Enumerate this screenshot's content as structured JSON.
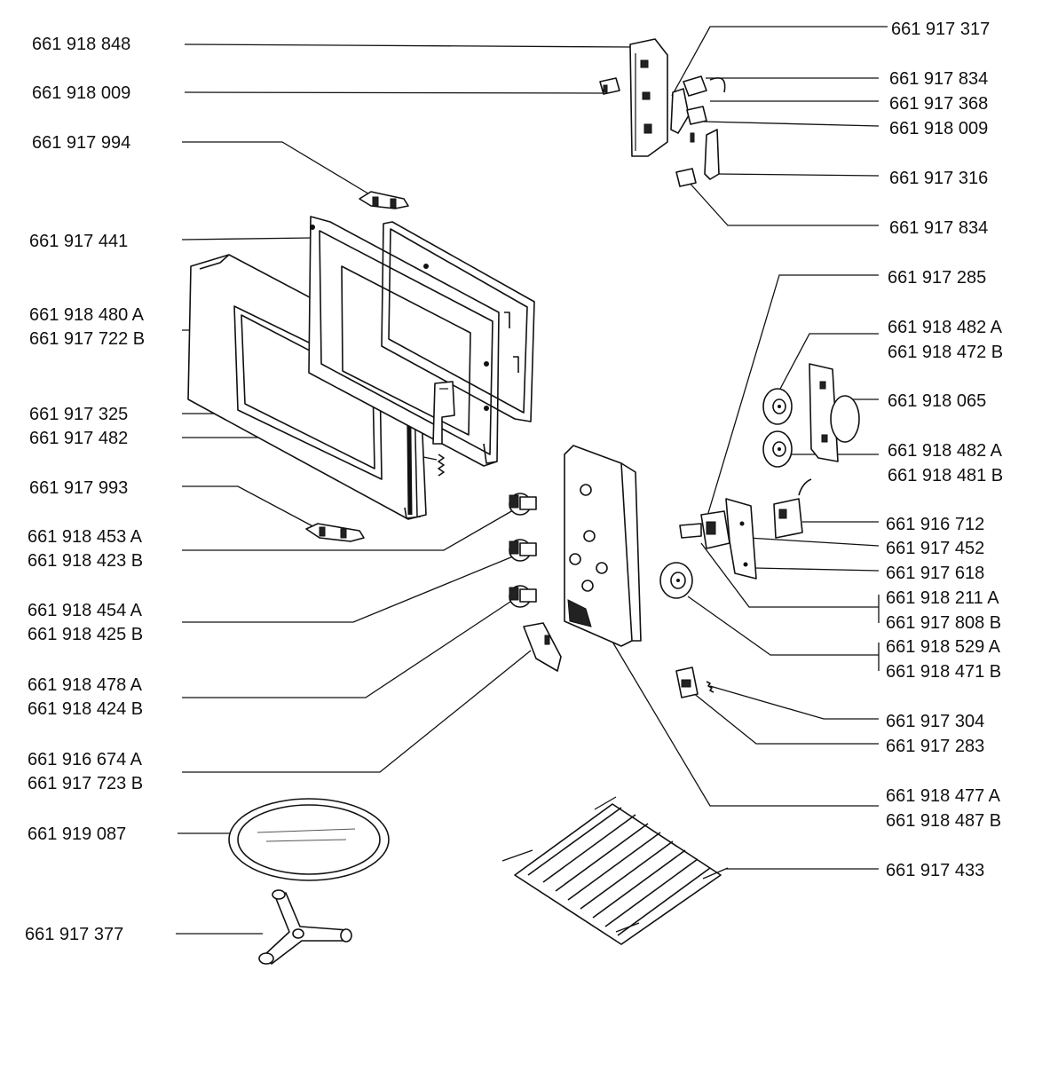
{
  "labels_left": [
    {
      "id": "l1",
      "lines": [
        "661 918 848"
      ]
    },
    {
      "id": "l2",
      "lines": [
        "661 918 009"
      ]
    },
    {
      "id": "l3",
      "lines": [
        "661 917 994"
      ]
    },
    {
      "id": "l4",
      "lines": [
        "661 917 441"
      ]
    },
    {
      "id": "l5",
      "lines": [
        "661 918 480 A",
        "661 917 722 B"
      ]
    },
    {
      "id": "l6",
      "lines": [
        "661 917 325"
      ]
    },
    {
      "id": "l7",
      "lines": [
        "661 917 482"
      ]
    },
    {
      "id": "l8",
      "lines": [
        "661 917 993"
      ]
    },
    {
      "id": "l9",
      "lines": [
        "661 918 453 A",
        "661 918 423 B"
      ]
    },
    {
      "id": "l10",
      "lines": [
        "661 918 454 A",
        "661 918 425 B"
      ]
    },
    {
      "id": "l11",
      "lines": [
        "661 918 478 A",
        "661 918 424 B"
      ]
    },
    {
      "id": "l12",
      "lines": [
        "661 916 674 A",
        "661 917 723 B"
      ]
    },
    {
      "id": "l13",
      "lines": [
        "661 919 087"
      ]
    },
    {
      "id": "l14",
      "lines": [
        "661 917 377"
      ]
    }
  ],
  "labels_right": [
    {
      "id": "r1",
      "lines": [
        "661 917 317"
      ]
    },
    {
      "id": "r2",
      "lines": [
        "661 917 834"
      ]
    },
    {
      "id": "r3",
      "lines": [
        "661 917 368"
      ]
    },
    {
      "id": "r4",
      "lines": [
        "661 918 009"
      ]
    },
    {
      "id": "r5",
      "lines": [
        "661 917 316"
      ]
    },
    {
      "id": "r6",
      "lines": [
        "661 917 834"
      ]
    },
    {
      "id": "r7",
      "lines": [
        "661 917 285"
      ]
    },
    {
      "id": "r8",
      "lines": [
        "661 918 482 A",
        "661 918 472 B"
      ]
    },
    {
      "id": "r9",
      "lines": [
        "661 918 065"
      ]
    },
    {
      "id": "r10",
      "lines": [
        "661 918 482 A",
        "661 918 481 B"
      ]
    },
    {
      "id": "r11",
      "lines": [
        "661 916 712"
      ]
    },
    {
      "id": "r12",
      "lines": [
        "661 917 452"
      ]
    },
    {
      "id": "r13",
      "lines": [
        "661 917 618"
      ]
    },
    {
      "id": "r14",
      "lines": [
        "661 918 211 A",
        "661 917 808 B"
      ]
    },
    {
      "id": "r15",
      "lines": [
        "661 918 529 A",
        "661 918 471 B"
      ]
    },
    {
      "id": "r16",
      "lines": [
        "661 917 304"
      ]
    },
    {
      "id": "r17",
      "lines": [
        "661 917 283"
      ]
    },
    {
      "id": "r18",
      "lines": [
        "661 918 477 A",
        "661 918 487 B"
      ]
    },
    {
      "id": "r19",
      "lines": [
        "661 917 433"
      ]
    }
  ]
}
